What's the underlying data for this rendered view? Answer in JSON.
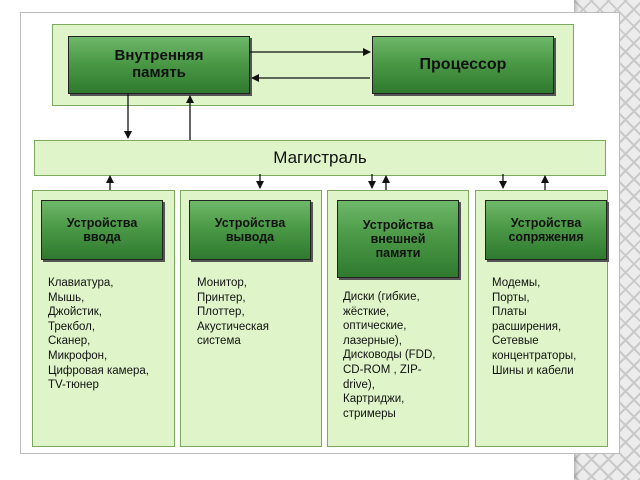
{
  "top": {
    "memory": "Внутренняя\nпамять",
    "processor": "Процессор"
  },
  "bus": "Магистраль",
  "columns": [
    {
      "title": "Устройства\nввода",
      "items": [
        "Клавиатура,",
        "Мышь,",
        "Джойстик,",
        "Трекбол,",
        "Сканер,",
        "Микрофон,",
        "Цифровая камера,",
        "TV-тюнер"
      ]
    },
    {
      "title": "Устройства\nвывода",
      "items": [
        "Монитор,",
        "Принтер,",
        "Плоттер,",
        "Акустическая",
        "система"
      ]
    },
    {
      "title": "Устройства\nвнешней\nпамяти",
      "items": [
        "Диски (гибкие,",
        "жёсткие,",
        "оптические,",
        "лазерные),",
        "Дисководы (FDD,",
        "CD-ROM , ZIP-",
        "drive),",
        "Картриджи,",
        "стримеры"
      ]
    },
    {
      "title": "Устройства\nсопряжения",
      "items": [
        "Модемы,",
        "Порты,",
        "Платы",
        "расширения,",
        "Сетевые",
        "концентраторы,",
        "Шины и кабели"
      ]
    }
  ]
}
